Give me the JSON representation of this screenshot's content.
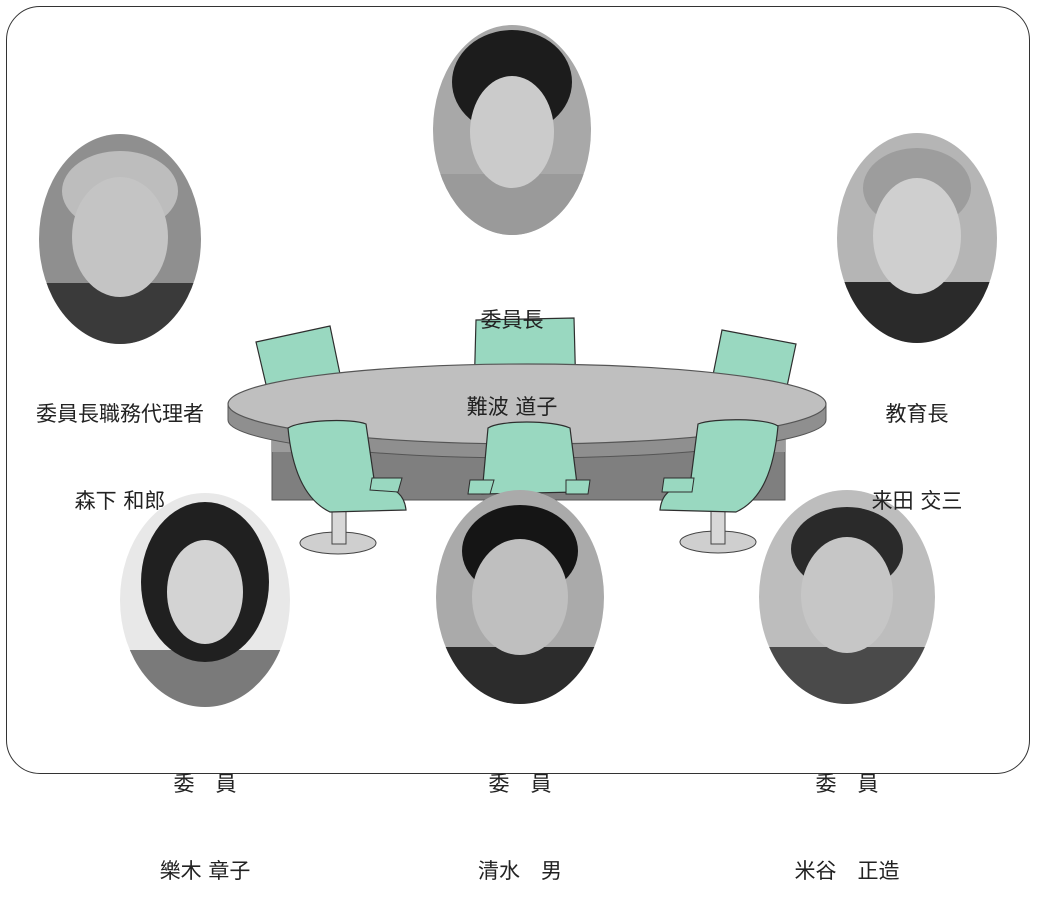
{
  "members": [
    {
      "id": "chair",
      "role": "委員長",
      "name": "難波 道子",
      "hair": "#1c1c1c",
      "face": "#cbcbcb",
      "clothes": "#9a9a9a"
    },
    {
      "id": "vice",
      "role": "委員長職務代理者",
      "name": "森下 和郎",
      "hair": "#bdbdbd",
      "face": "#c4c4c4",
      "clothes": "#3a3a3a"
    },
    {
      "id": "edu",
      "role": "教育長",
      "name": "来田 交三",
      "hair": "#9d9d9d",
      "face": "#cfcfcf",
      "clothes": "#2a2a2a"
    },
    {
      "id": "m1",
      "role": "委　員",
      "name": "樂木 章子",
      "hair": "#202020",
      "face": "#d3d3d3",
      "clothes": "#7a7a7a"
    },
    {
      "id": "m2",
      "role": "委　員",
      "name": "清水　男",
      "hair": "#151515",
      "face": "#bfbfbf",
      "clothes": "#2c2c2c"
    },
    {
      "id": "m3",
      "role": "委　員",
      "name": "米谷　正造",
      "hair": "#2a2a2a",
      "face": "#c6c6c6",
      "clothes": "#4a4a4a"
    }
  ],
  "colors": {
    "table_top": "#bfbfbf",
    "table_edge": "#8f8f8f",
    "chair": "#99d8c0",
    "chair_stroke": "#2e2e2e"
  }
}
